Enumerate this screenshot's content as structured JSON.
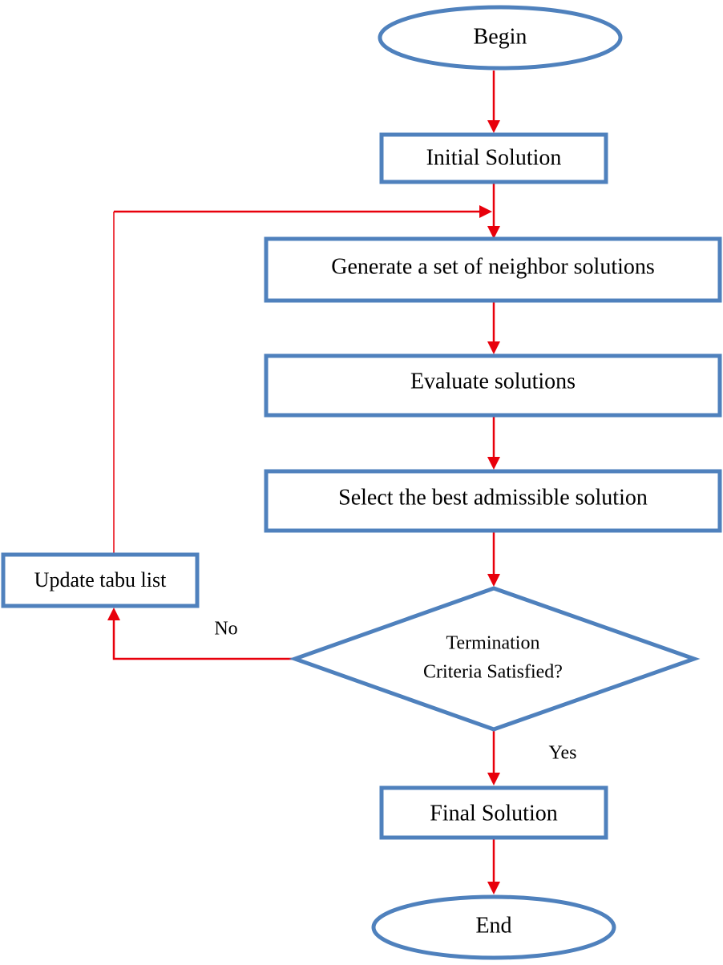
{
  "flowchart": {
    "nodes": {
      "begin": "Begin",
      "initial_solution": "Initial Solution",
      "generate_neighbors": "Generate a set of neighbor solutions",
      "evaluate": "Evaluate solutions",
      "select_best": "Select the best admissible solution",
      "termination_line1": "Termination",
      "termination_line2": "Criteria Satisfied?",
      "update_tabu": "Update tabu list",
      "final_solution": "Final Solution",
      "end": "End"
    },
    "edge_labels": {
      "no": "No",
      "yes": "Yes"
    },
    "colors": {
      "node_border": "#4f81bd",
      "arrow": "#e8000b",
      "text": "#000000",
      "background": "#ffffff"
    }
  }
}
